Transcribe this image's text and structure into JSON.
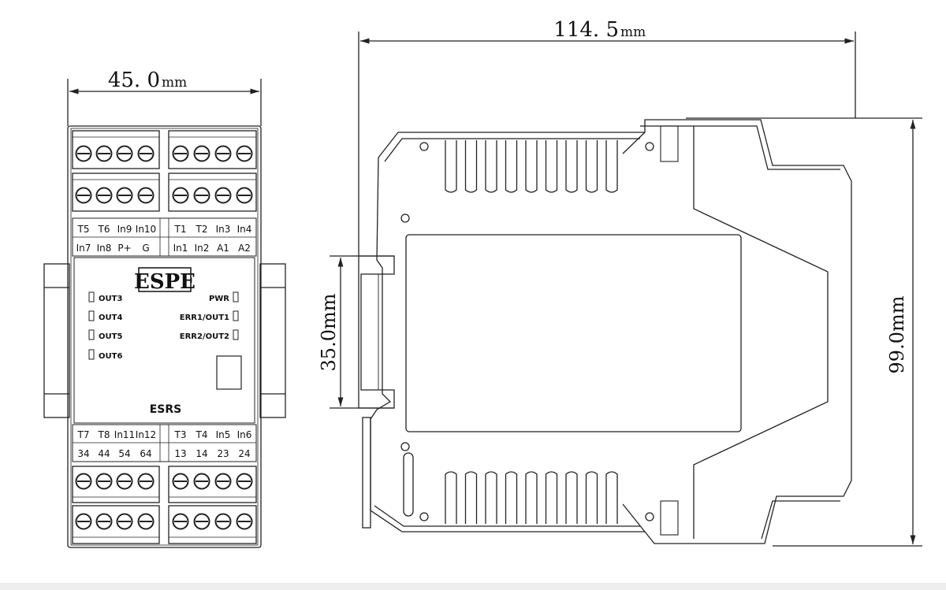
{
  "dimensions": {
    "front_width": {
      "value": "45. 0",
      "unit": "mm"
    },
    "side_width": {
      "value": "114. 5",
      "unit": "mm"
    },
    "rail_height": "35.0mm",
    "total_height": "99.0mm"
  },
  "front": {
    "logo": "ESPE",
    "model": "ESRS",
    "top_row1": [
      "T5",
      "T6",
      "In9",
      "In10",
      "T1",
      "T2",
      "In3",
      "In4"
    ],
    "top_row2": [
      "In7",
      "In8",
      "P+",
      "G",
      "In1",
      "In2",
      "A1",
      "A2"
    ],
    "bottom_row1": [
      "T7",
      "T8",
      "In11",
      "In12",
      "T3",
      "T4",
      "In5",
      "In6"
    ],
    "bottom_row2": [
      "34",
      "44",
      "54",
      "64",
      "13",
      "14",
      "23",
      "24"
    ],
    "leds_left": [
      "OUT3",
      "OUT4",
      "OUT5",
      "OUT6"
    ],
    "leds_right": [
      "PWR",
      "ERR1/OUT1",
      "ERR2/OUT2"
    ]
  }
}
